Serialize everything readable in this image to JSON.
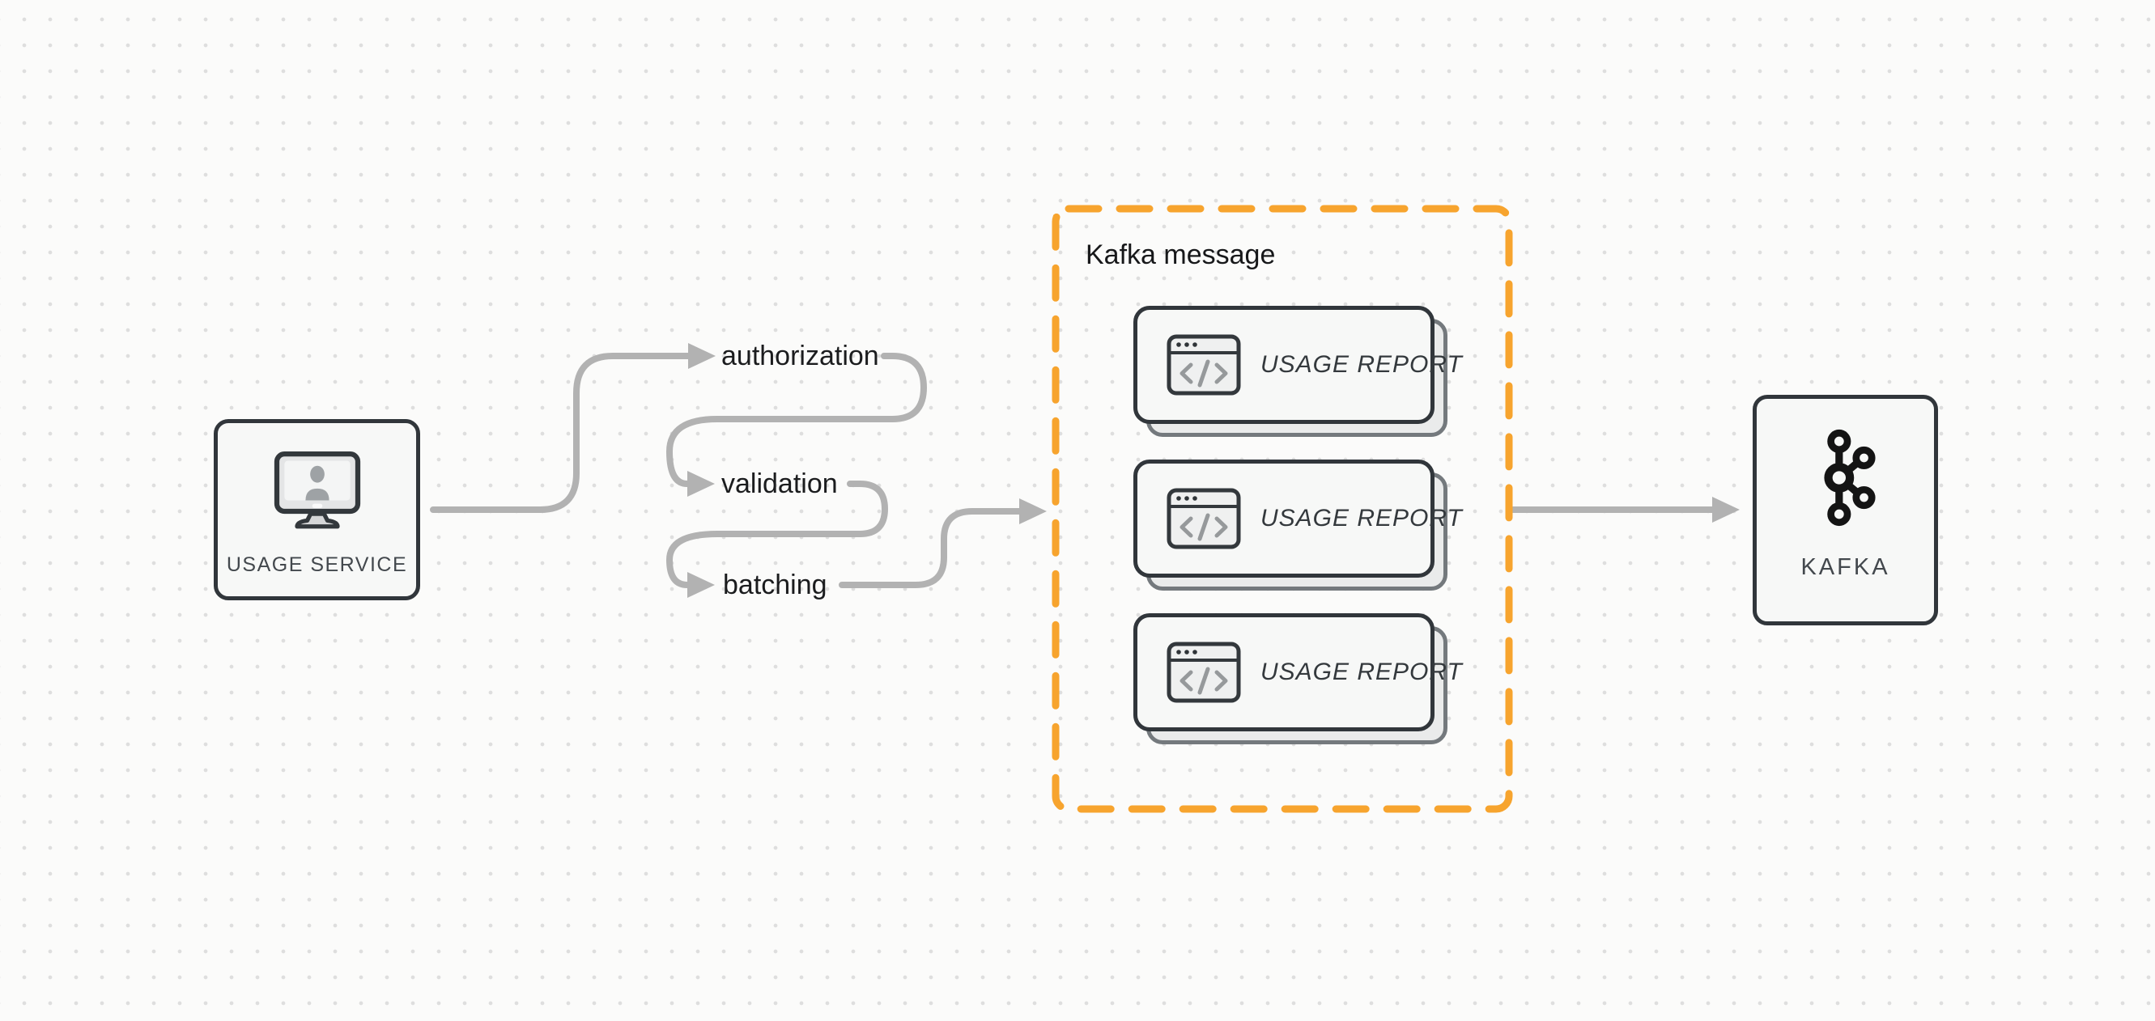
{
  "diagram": {
    "nodes": {
      "usage_service": {
        "label": "USAGE SERVICE",
        "icon": "user-monitor-icon"
      },
      "kafka": {
        "label": "KAFKA",
        "icon": "kafka-logo-icon"
      }
    },
    "pipeline_steps": [
      {
        "label": "authorization"
      },
      {
        "label": "validation"
      },
      {
        "label": "batching"
      }
    ],
    "kafka_message_group": {
      "title": "Kafka message",
      "messages": [
        {
          "label": "USAGE REPORT",
          "icon": "code-window-icon"
        },
        {
          "label": "USAGE REPORT",
          "icon": "code-window-icon"
        },
        {
          "label": "USAGE REPORT",
          "icon": "code-window-icon"
        }
      ]
    },
    "colors": {
      "background": "#FBFBFA",
      "dot_grid": "#DEDEDE",
      "connector_gray": "#B2B2B2",
      "accent_orange": "#F7A42E",
      "node_border_dark": "#31363B",
      "node_fill": "#F7F8F7",
      "step_label_dark": "#1B1C1E",
      "node_label_muted": "#43484D"
    }
  }
}
